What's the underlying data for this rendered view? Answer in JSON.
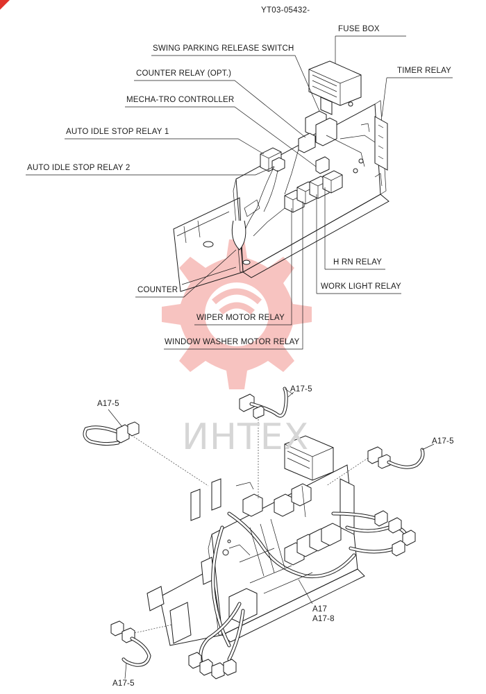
{
  "document": {
    "id": "YT03-05432-"
  },
  "watermark": {
    "text": "ИНТЕХ",
    "color": "#e8524a"
  },
  "labels": {
    "fuse_box": "FUSE BOX",
    "swing_parking_release_switch": "SWING PARKING RELEASE SWITCH",
    "timer_relay": "TIMER RELAY",
    "counter_relay_opt": "COUNTER RELAY (OPT.)",
    "mecha_tro_controller": "MECHA-TRO CONTROLLER",
    "auto_idle_stop_relay_1": "AUTO IDLE STOP RELAY 1",
    "auto_idle_stop_relay_2": "AUTO IDLE STOP RELAY 2",
    "horn_relay": "H RN RELAY",
    "counter": "COUNTER",
    "work_light_relay": "WORK LIGHT RELAY",
    "wiper_motor_relay": "WIPER MOTOR RELAY",
    "window_washer_motor_relay": "WINDOW WASHER MOTOR RELAY"
  },
  "harness_labels": {
    "top_left": "A17-5",
    "top_center": "A17-5",
    "top_right": "A17-5",
    "main_a17": "A17",
    "main_a17_8": "A17-8",
    "bottom_left": "A17-5"
  }
}
